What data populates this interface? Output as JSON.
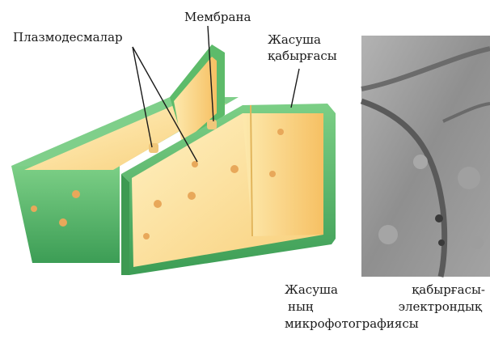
{
  "labels": {
    "plasmodesmata": "Плазмодесмалар",
    "membrane": "Мембрана",
    "cell_wall_line1": "Жасуша",
    "cell_wall_line2": "қабырғасы"
  },
  "caption": {
    "line1": "Жасуша қабырғасы-",
    "line2": "ның электрондық",
    "line3": "микрофотографиясы"
  },
  "colors": {
    "wall_green": "#5dbb6a",
    "wall_green_dark": "#3e9a52",
    "cytoplasm_yellow": "#fce7a6",
    "cytoplasm_orange": "#f7c66b",
    "dots": "#e8a85a",
    "micrograph_gray": "#9a9a9a"
  }
}
